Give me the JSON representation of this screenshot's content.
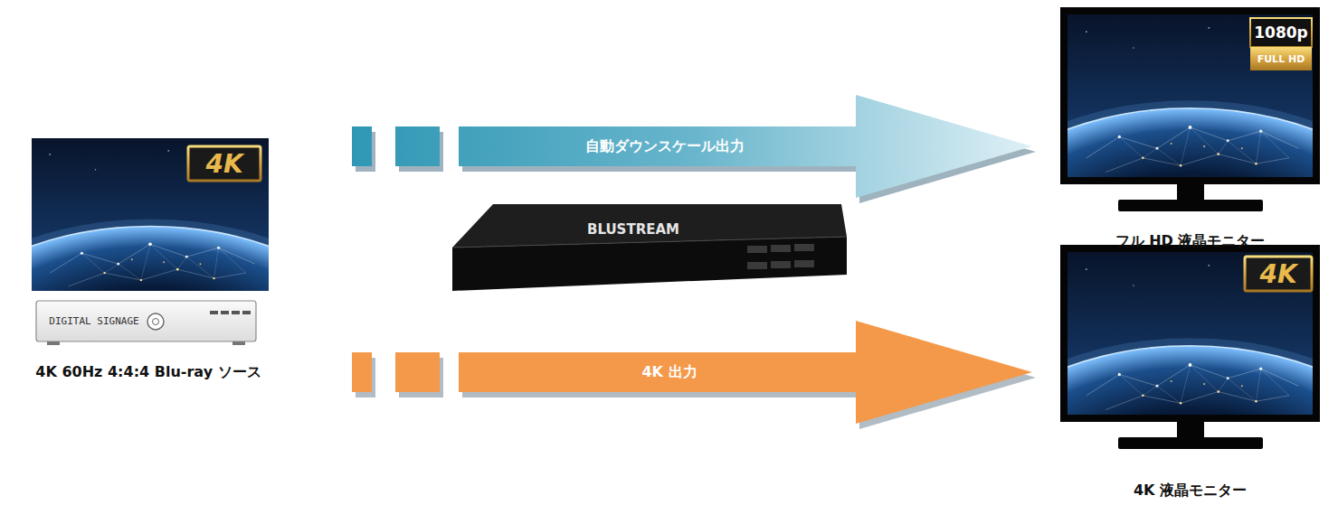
{
  "diagram": {
    "nodes": [
      {
        "text": [
          "4K 60Hz 4:4:4 Blu-ray ソース"
        ]
      },
      {
        "text": [
          "フル HD 液晶モニター"
        ]
      },
      {
        "text": [
          "4K 液晶モニター"
        ]
      }
    ],
    "edges": [
      {
        "from": 0,
        "to": 1,
        "label": "自動ダウンスケール出力",
        "arrow": "to"
      },
      {
        "from": 0,
        "to": 2,
        "label": "4K 出力",
        "arrow": "to"
      }
    ],
    "labels": [
      "4K",
      "DIGITAL SIGNAGE",
      "BLUSTREAM",
      "1080p",
      "FULL HD",
      "4K"
    ]
  }
}
